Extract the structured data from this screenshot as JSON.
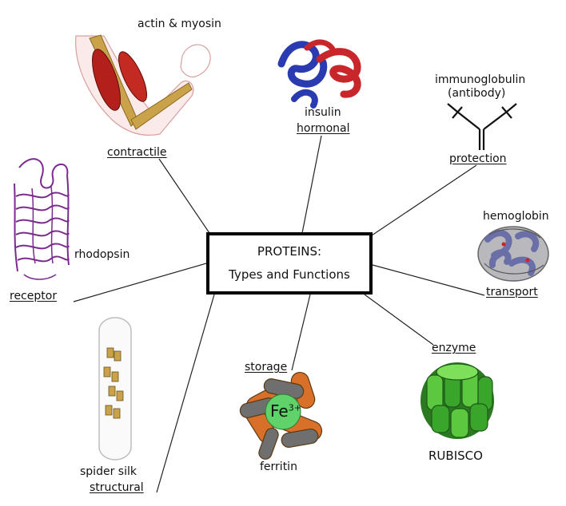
{
  "center": {
    "line1": "PROTEINS:",
    "line2": "Types and Functions"
  },
  "categories": {
    "contractile": {
      "label": "contractile",
      "example": "actin & myosin"
    },
    "hormonal": {
      "label": "hormonal",
      "example": "insulin"
    },
    "protection": {
      "label": "protection",
      "example_line1": "immunoglobulin",
      "example_line2": "(antibody)"
    },
    "receptor": {
      "label": "receptor",
      "example": "rhodopsin"
    },
    "transport": {
      "label": "transport",
      "example": "hemoglobin"
    },
    "structural": {
      "label": "structural",
      "example": "spider silk"
    },
    "storage": {
      "label": "storage",
      "example": "ferritin",
      "ion": "Fe",
      "charge": "3+"
    },
    "enzyme": {
      "label": "enzyme",
      "example": "RUBISCO"
    }
  },
  "colors": {
    "muscle": "#b3201c",
    "bone": "#c9a24a",
    "insulin_red": "#c8262a",
    "insulin_blue": "#2a3ab0",
    "rhodopsin": "#7b2a8e",
    "hemoglobin": "#6a6fa8",
    "ferritin_orange": "#d9702a",
    "ferritin_gray": "#6f6f6f",
    "iron": "#5fd36a",
    "rubisco": "#3aa52b"
  }
}
